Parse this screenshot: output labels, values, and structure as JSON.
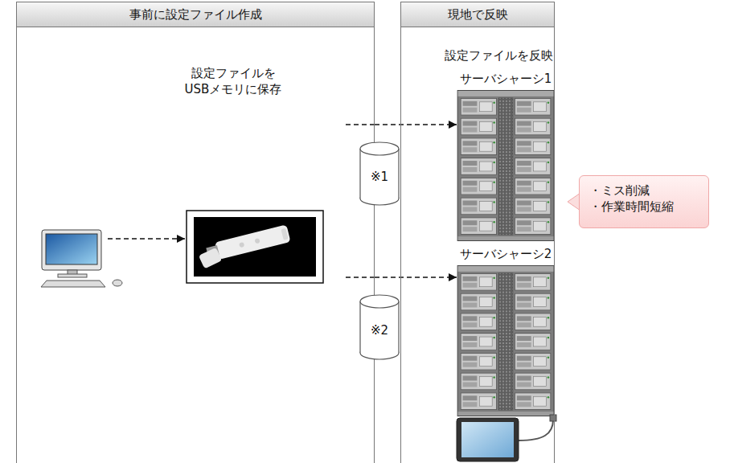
{
  "diagram": {
    "nodes": [
      {
        "text": [
          "事前に設定ファイル作成"
        ]
      },
      {
        "text": [
          "現地で反映"
        ]
      },
      {
        "text": [
          "※1"
        ]
      },
      {
        "text": [
          "※2"
        ]
      },
      {
        "text": [
          "サーバシャーシ1"
        ],
        "in": 1
      },
      {
        "text": [
          "サーバシャーシ2"
        ],
        "in": 1
      },
      {
        "text": [
          "・ミス削減",
          "・作業時間短縮"
        ]
      }
    ],
    "edges": [
      {
        "from": 0,
        "to": 4,
        "arrow": "to"
      },
      {
        "from": 0,
        "to": 5,
        "arrow": "to"
      }
    ],
    "labels": [
      "設定ファイルを USBメモリに保存",
      "設定ファイルを反映"
    ]
  }
}
